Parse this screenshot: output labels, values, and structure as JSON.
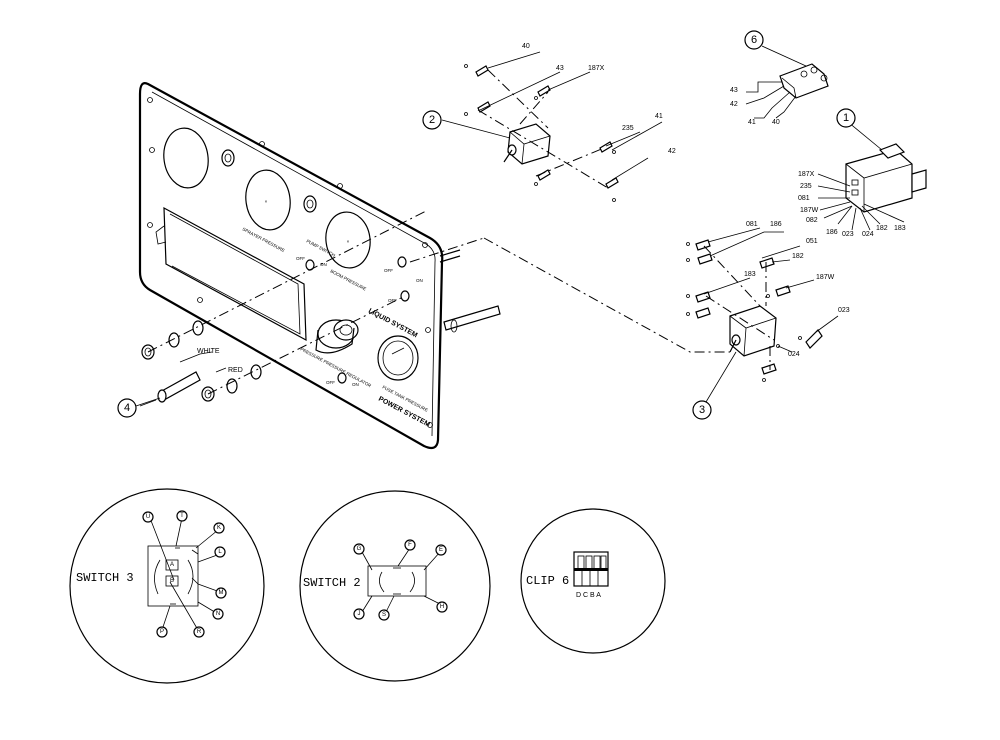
{
  "callouts": [
    "1",
    "2",
    "3",
    "4",
    "6"
  ],
  "part_numbers": {
    "switch2_top": [
      "40",
      "43",
      "187X"
    ],
    "switch2_right": [
      "235",
      "41",
      "42"
    ],
    "connector1": [
      "187X",
      "235",
      "081",
      "187W",
      "082",
      "186",
      "023",
      "024",
      "182",
      "183"
    ],
    "clip6_wires": [
      "43",
      "42",
      "41",
      "40"
    ],
    "switch3": [
      "081",
      "186",
      "051",
      "182",
      "183",
      "187W",
      "023",
      "024"
    ]
  },
  "wire_labels": {
    "white": "WHITE",
    "red": "RED"
  },
  "panel_labels": {
    "off1": "OFF",
    "on1": "ON",
    "off2": "OFF",
    "on2": "ON",
    "off3": "OFF",
    "on3": "ON",
    "liquid_system": "LIQUID SYSTEM",
    "power_system": "POWER SYSTEM",
    "gauge1": "SPRAYER PRESSURE",
    "gauge2": "BOOM PRESSURE",
    "gauge3": "FUSE TANK PRESSURE",
    "pump_label": "PUMP SWITCH",
    "pressure_label": "PRESSURE PRESSURE REGULATOR"
  },
  "details": {
    "switch3": {
      "title": "SWITCH 3",
      "pins": [
        "U",
        "T",
        "K",
        "L",
        "M",
        "N",
        "R",
        "P"
      ]
    },
    "switch2": {
      "title": "SWITCH 2",
      "pins": [
        "G",
        "F",
        "E",
        "J",
        "S",
        "H"
      ]
    },
    "clip6": {
      "title": "CLIP 6",
      "pins": "D C B A"
    }
  }
}
